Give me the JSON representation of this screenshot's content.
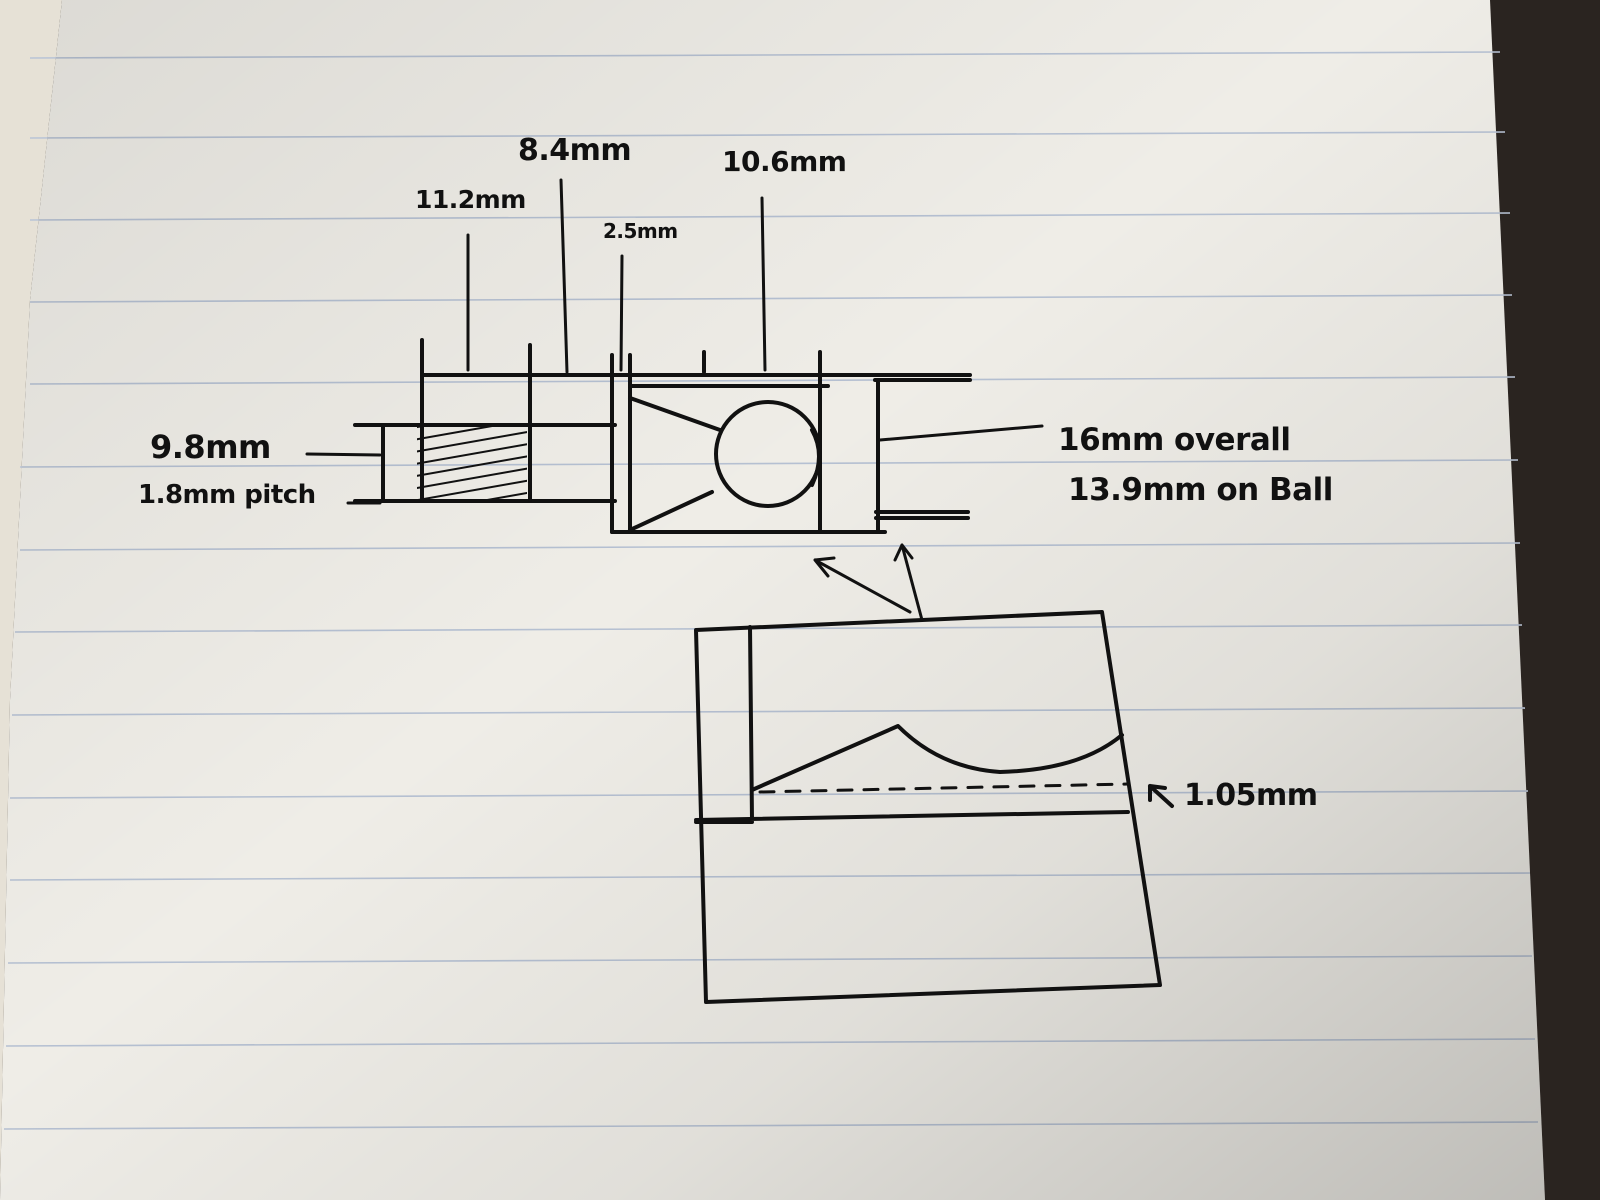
{
  "labels": {
    "thread_length": "11.2mm",
    "neck_length": "8.4mm",
    "flange_length": "2.5mm",
    "ball_housing_length": "10.6mm",
    "thread_diameter": "9.8mm",
    "thread_pitch": "1.8mm pitch",
    "overall_diameter": "16mm overall",
    "diameter_on_ball": "13.9mm on Ball",
    "detail_depth": "1.05mm"
  },
  "colors": {
    "paper": "#f4f2ec",
    "rule_line": "#b9c4d6",
    "ink": "#111111",
    "background": "#2a2420"
  }
}
